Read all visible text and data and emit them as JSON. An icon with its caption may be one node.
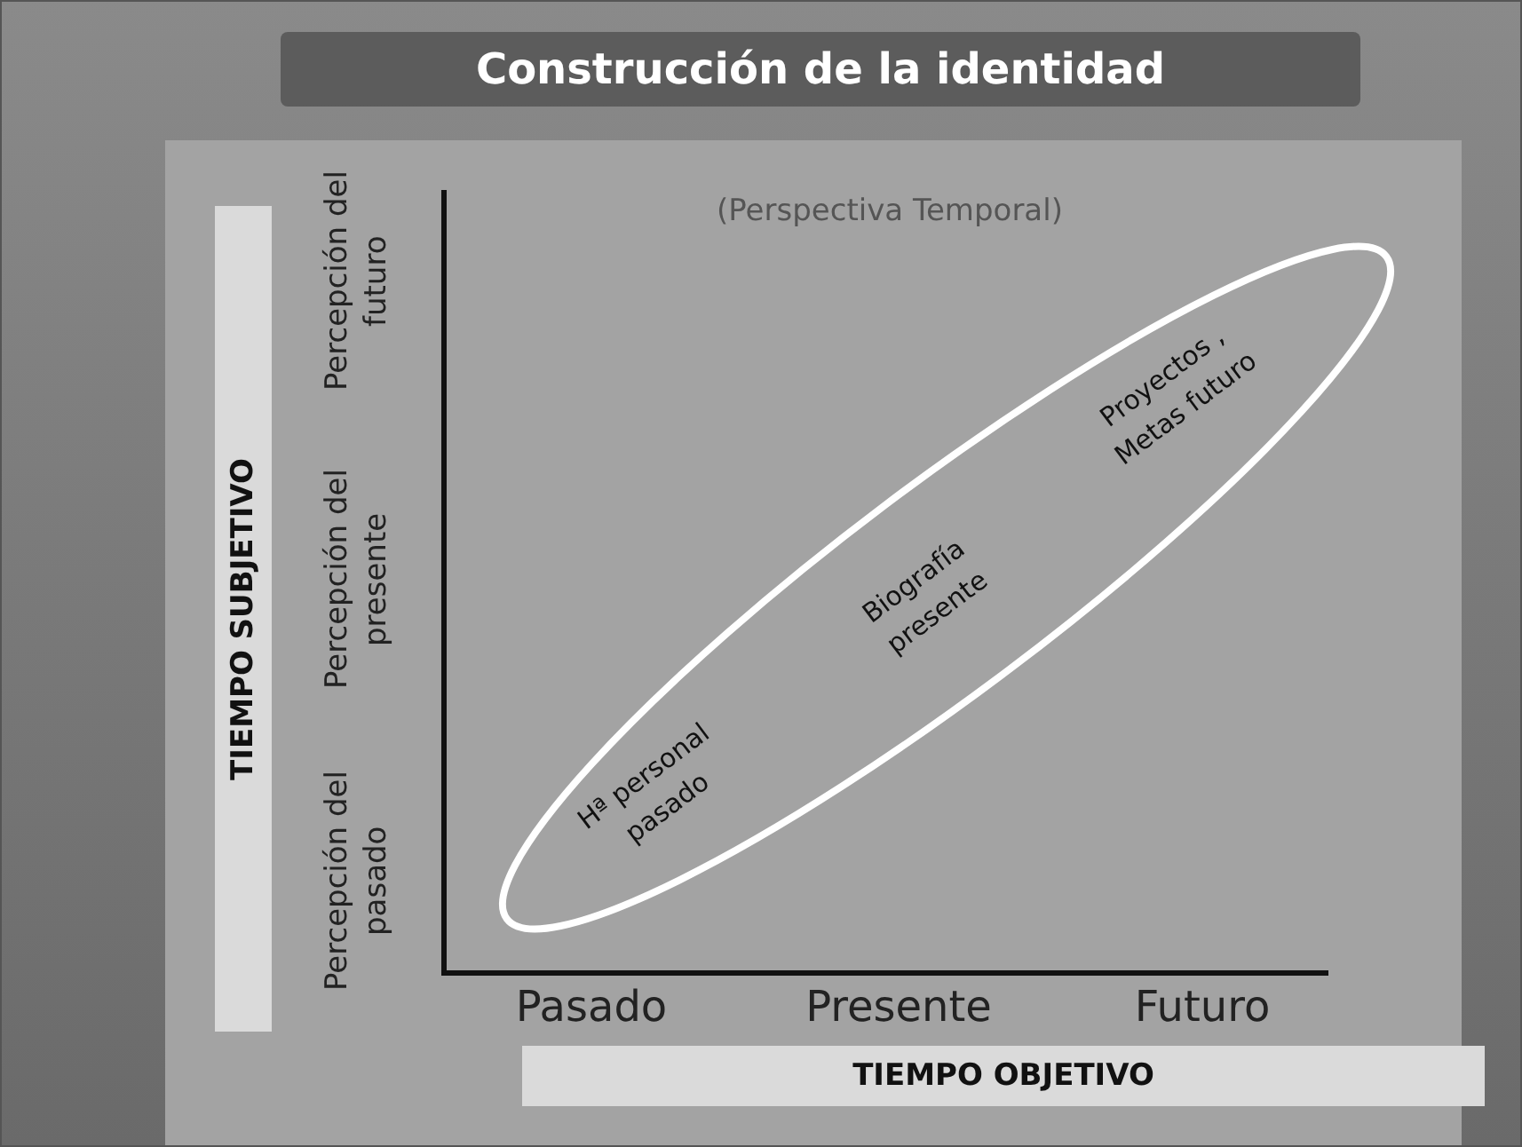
{
  "diagram": {
    "title": "Construcción de la identidad",
    "nodes": [
      {
        "text": [
          "TIEMPO SUBJETIVO"
        ]
      },
      {
        "text": [
          "Hª personal pasado",
          "Biografía presente",
          "Proyectos , Metas futuro"
        ]
      },
      {
        "text": [
          "TIEMPO OBJETIVO"
        ]
      }
    ],
    "edges": [],
    "labels": [
      "Percepción del futuro",
      "(Perspectiva Temporal)",
      "Percepción del presente",
      "Percepción del pasado",
      "Pasado",
      "Presente",
      "Futuro"
    ]
  }
}
